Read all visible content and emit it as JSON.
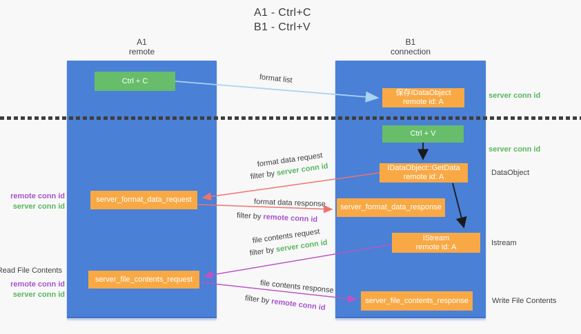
{
  "title": {
    "line1": "A1 - Ctrl+C",
    "line2": "B1 - Ctrl+V"
  },
  "columns": {
    "left": {
      "title": "A1",
      "subtitle": "remote"
    },
    "right": {
      "title": "B1",
      "subtitle": "connection"
    }
  },
  "boxes": {
    "ctrl_c": {
      "label": "Ctrl + C"
    },
    "ctrl_v": {
      "label": "Ctrl + V"
    },
    "save_dataobject": {
      "line1": "保存IDataObject",
      "line2": "remote id: A"
    },
    "getdata": {
      "line1": "IDataObject::GetData",
      "line2": "remote id: A"
    },
    "istream": {
      "line1": "IStream",
      "line2": "remote id: A"
    },
    "format_request": {
      "label": "server_format_data_request"
    },
    "format_response": {
      "label": "server_format_data_response"
    },
    "file_request": {
      "label": "server_file_contents_request"
    },
    "file_response": {
      "label": "server_file_contents_response"
    }
  },
  "annotations": {
    "format_list": "format list",
    "format_data_request": {
      "text": "format data request",
      "filter_prefix": "filter by",
      "filter_key": "server conn id"
    },
    "format_data_response": {
      "text": "format data response",
      "filter_prefix": "filter by",
      "filter_key": "remote conn id"
    },
    "file_contents_request": {
      "text": "file contents request",
      "filter_prefix": "filter by",
      "filter_key": "server conn id"
    },
    "file_contents_response": {
      "text": "file contents response",
      "filter_prefix": "filter by",
      "filter_key": "remote conn id"
    }
  },
  "side_labels": {
    "server_conn_top": "server conn id",
    "server_conn_mid": "server conn id",
    "dataobject": "DataObject",
    "istream": "Istream",
    "write_file_contents": "Write File Contents",
    "read_file_contents": "Read File Contents",
    "left_mid": {
      "remote": "remote conn id",
      "server": "server conn id"
    },
    "left_bottom": {
      "remote": "remote conn id",
      "server": "server conn id"
    }
  },
  "colors": {
    "column_blue": "#4a80d6",
    "box_green": "#67bd6a",
    "box_orange": "#f8a945",
    "label_green": "#57b75c",
    "label_purple": "#a852cd",
    "arrow_red": "#f0716f",
    "arrow_magenta": "#bd54c6",
    "arrow_lightblue": "#a8d4f2",
    "arrow_black": "#1a1a1a"
  }
}
